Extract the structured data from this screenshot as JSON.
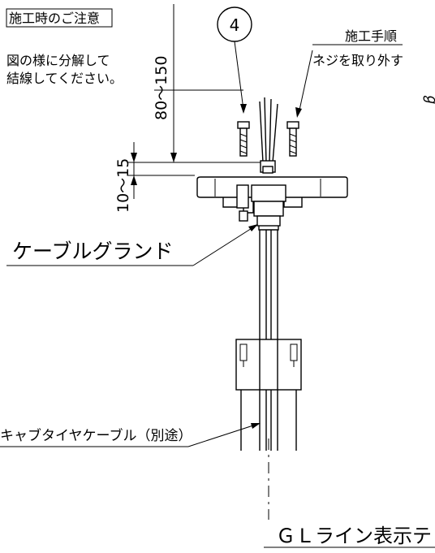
{
  "notes": {
    "title": "施工時のご注意",
    "line1": "図の様に分解して",
    "line2": "結線してください。"
  },
  "procedure": {
    "title": "施工手順",
    "step": "ネジを取り外す"
  },
  "callout_number": "4",
  "dimensions": {
    "upper": "80～150",
    "lower": "10～15"
  },
  "labels": {
    "cable_gland": "ケーブルグランド",
    "cabtyre_cable": "キャブタイヤケーブル（別途）",
    "gl_line": "ＧＬライン表示テ"
  },
  "edge_mark": "ℊ"
}
